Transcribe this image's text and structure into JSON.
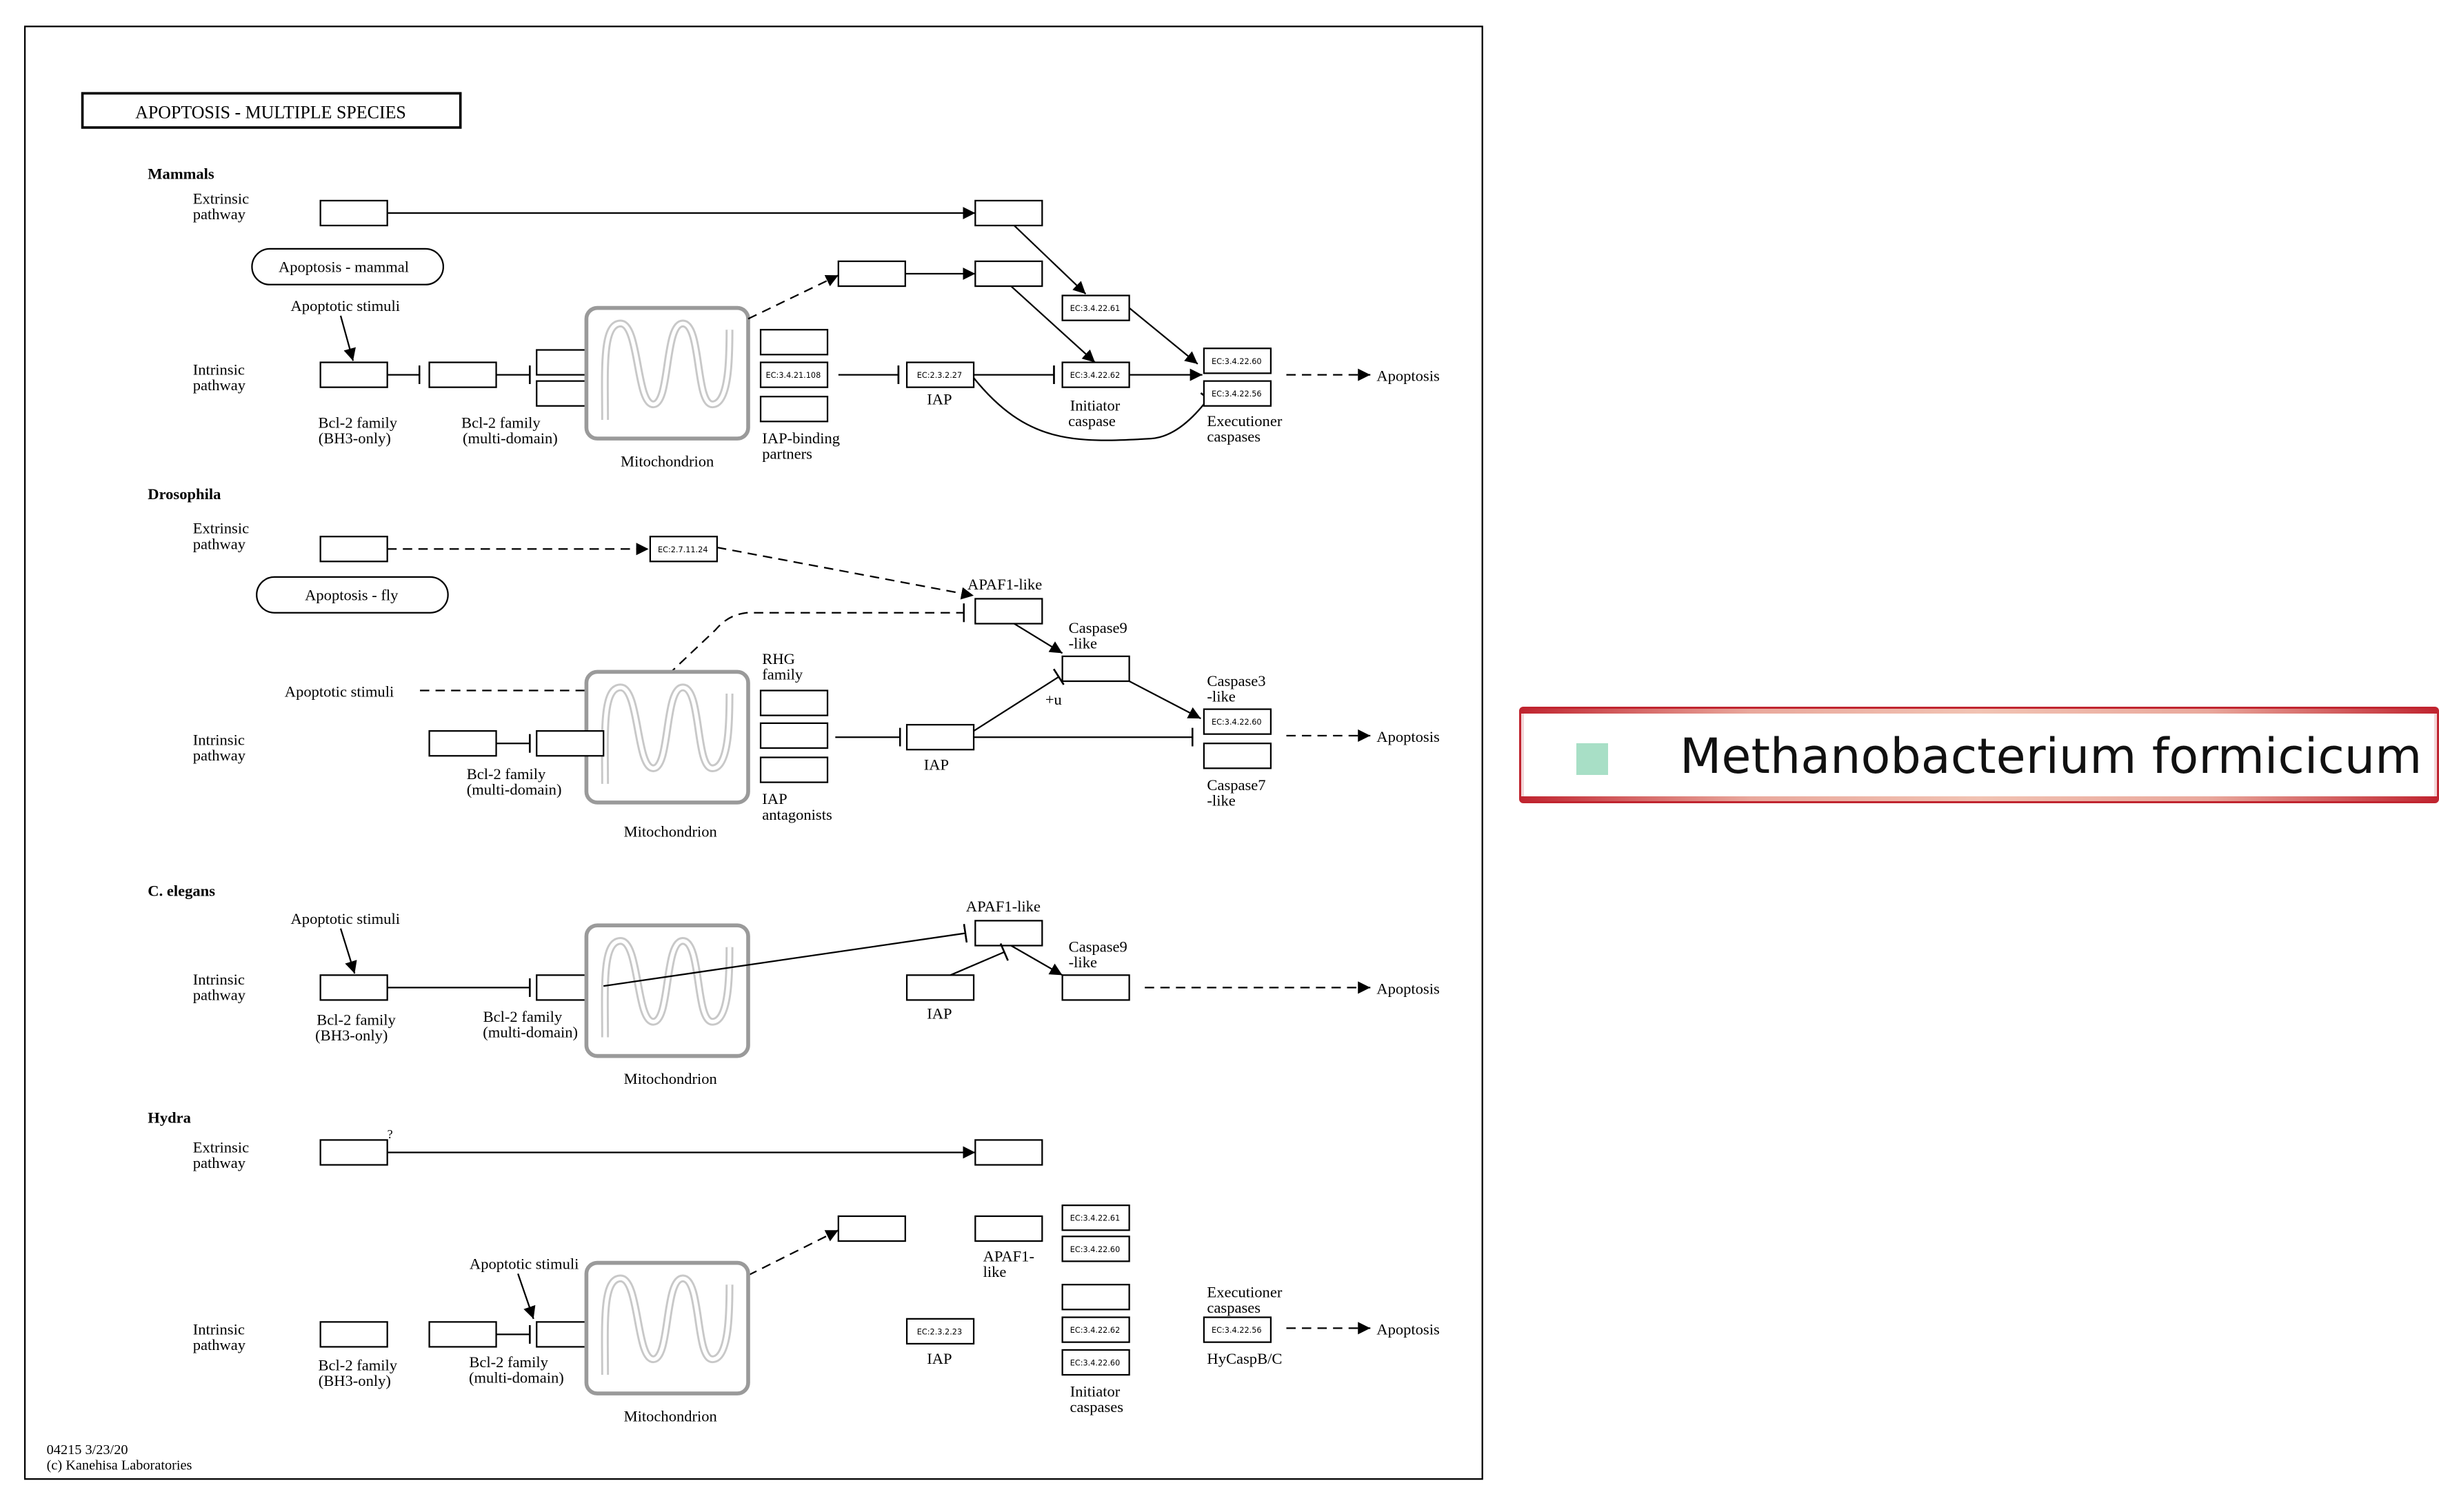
{
  "title": "APOPTOSIS - MULTIPLE SPECIES",
  "footer": {
    "id_date": "04215 3/23/20",
    "copyright": "(c) Kanehisa Laboratories"
  },
  "common": {
    "extrinsic": [
      "Extrinsic",
      "pathway"
    ],
    "intrinsic": [
      "Intrinsic",
      "pathway"
    ],
    "mitochondrion": "Mitochondrion",
    "apoptosis": "Apoptosis",
    "apoptotic_stimuli": "Apoptotic stimuli",
    "iap": "IAP"
  },
  "mammals": {
    "heading": "Mammals",
    "map_link": "Apoptosis - mammal",
    "bcl2_bh3": [
      "Bcl-2 family",
      "(BH3-only)"
    ],
    "bcl2_multi": [
      "Bcl-2 family",
      "(multi-domain)"
    ],
    "iap_binding": [
      "IAP-binding",
      "partners"
    ],
    "initiator": [
      "Initiator",
      "caspase"
    ],
    "executioner": [
      "Executioner",
      "caspases"
    ],
    "ec": {
      "iap_partner": "EC:3.4.21.108",
      "iap": "EC:2.3.2.27",
      "c8": "EC:3.4.22.61",
      "c9": "EC:3.4.22.62",
      "c3": "EC:3.4.22.60",
      "c7": "EC:3.4.22.56"
    }
  },
  "drosophila": {
    "heading": "Drosophila",
    "map_link": "Apoptosis - fly",
    "ec_kinase": "EC:2.7.11.24",
    "apaf1_like": "APAF1-like",
    "caspase9_like": [
      "Caspase9",
      "-like"
    ],
    "caspase3_like": [
      "Caspase3",
      "-like"
    ],
    "caspase7_like": [
      "Caspase7",
      "-like"
    ],
    "ec_c3": "EC:3.4.22.60",
    "rhg": [
      "RHG",
      "family"
    ],
    "iap_antagonists": [
      "IAP",
      "antagonists"
    ],
    "bcl2_multi": [
      "Bcl-2 family",
      "(multi-domain)"
    ],
    "ub_mark": "+u"
  },
  "celegans": {
    "heading": "C. elegans",
    "apaf1_like": "APAF1-like",
    "caspase9_like": [
      "Caspase9",
      "-like"
    ],
    "bcl2_bh3": [
      "Bcl-2 family",
      "(BH3-only)"
    ],
    "bcl2_multi": [
      "Bcl-2 family",
      "(multi-domain)"
    ]
  },
  "hydra": {
    "heading": "Hydra",
    "question": "?",
    "apaf1_like": [
      "APAF1-",
      "like"
    ],
    "executioner": [
      "Executioner",
      "caspases"
    ],
    "hycasp": "HyCaspB/C",
    "initiator": [
      "Initiator",
      "caspases"
    ],
    "bcl2_bh3": [
      "Bcl-2 family",
      "(BH3-only)"
    ],
    "bcl2_multi": [
      "Bcl-2 family",
      "(multi-domain)"
    ],
    "ec": {
      "c8": "EC:3.4.22.61",
      "c3a": "EC:3.4.22.60",
      "c9": "EC:3.4.22.62",
      "c3b": "EC:3.4.22.60",
      "iap": "EC:2.3.2.23",
      "c7": "EC:3.4.22.56"
    }
  },
  "legend": {
    "organism": "Methanobacterium formicicum",
    "swatch_color": "#a8dfc6"
  }
}
